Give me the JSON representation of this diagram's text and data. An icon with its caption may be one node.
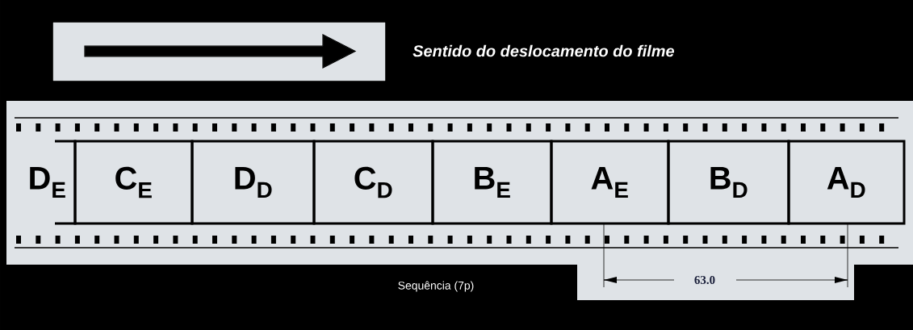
{
  "diagram": {
    "nodes": [
      {
        "text": [
          "D$_{E}$"
        ]
      },
      {
        "text": [
          "C$_{E}$"
        ]
      },
      {
        "text": [
          "D$_{D}$"
        ]
      },
      {
        "text": [
          "C$_{D}$"
        ]
      },
      {
        "text": [
          "B$_{E}$"
        ]
      },
      {
        "text": [
          "A$_{E}$"
        ]
      },
      {
        "text": [
          "B$_{D}$"
        ]
      },
      {
        "text": [
          "A$_{D}$"
        ]
      }
    ],
    "edges": [],
    "labels": [
      "Sentido do deslocamento do filme",
      "Sequência (7p)",
      "63.0"
    ]
  }
}
